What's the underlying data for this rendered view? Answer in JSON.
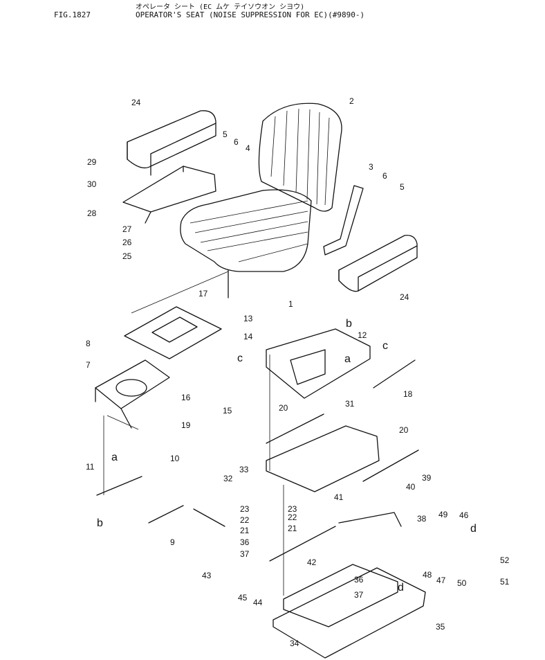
{
  "header": {
    "japanese_title": "オペレータ シート (EC ムケ テイソウオン シヨウ)",
    "fig_number": "FIG.1827",
    "title": "OPERATOR'S SEAT (NOISE SUPPRESSION FOR EC)(#9890-)"
  },
  "callouts": [
    "1",
    "2",
    "3",
    "4",
    "5",
    "5",
    "6",
    "6",
    "7",
    "8",
    "9",
    "10",
    "11",
    "12",
    "13",
    "14",
    "15",
    "16",
    "17",
    "18",
    "19",
    "20",
    "20",
    "21",
    "21",
    "22",
    "22",
    "23",
    "23",
    "24",
    "24",
    "25",
    "26",
    "27",
    "28",
    "29",
    "30",
    "31",
    "32",
    "33",
    "34",
    "35",
    "36",
    "36",
    "37",
    "37",
    "38",
    "39",
    "40",
    "41",
    "42",
    "43",
    "44",
    "45",
    "46",
    "47",
    "48",
    "49",
    "50",
    "51",
    "52"
  ],
  "connector_letters": [
    "a",
    "a",
    "b",
    "b",
    "c",
    "c",
    "d",
    "d"
  ]
}
